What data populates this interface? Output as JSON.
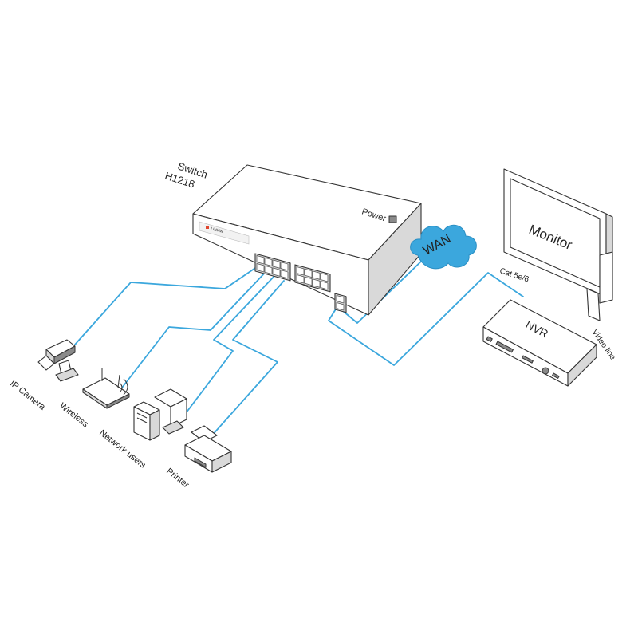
{
  "switch": {
    "title": "Switch",
    "model": "H1218",
    "brand": "LINKW"
  },
  "power": {
    "label": "Power"
  },
  "wan": {
    "label": "WAN"
  },
  "monitor": {
    "label": "Monitor"
  },
  "nvr": {
    "label": "NVR"
  },
  "cables": {
    "cat": "Cat 5e/6",
    "video": "Video line"
  },
  "devices": [
    {
      "label": "IP Camera"
    },
    {
      "label": "Wireless"
    },
    {
      "label": "Network users"
    },
    {
      "label": "Printer"
    }
  ],
  "colors": {
    "cable": "#3ba7dd",
    "power_cable": "#e0442c",
    "cloud": "#3ba7dd"
  }
}
